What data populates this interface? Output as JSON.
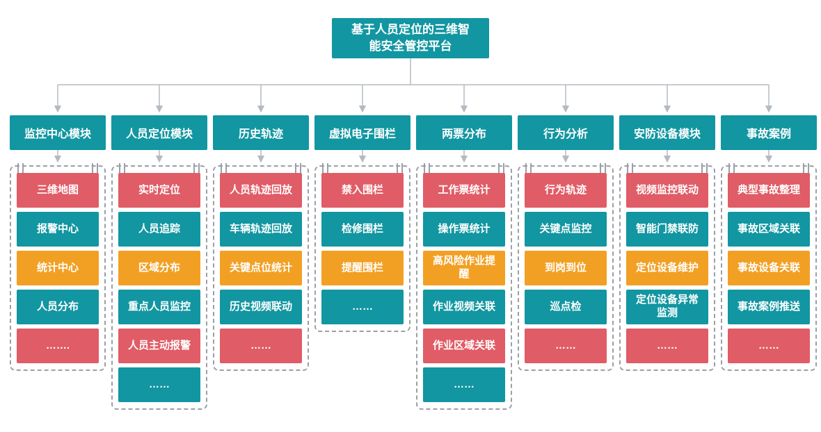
{
  "title": "基于人员定位的三维智能安全管控平台",
  "colors": {
    "teal": "#1296A1",
    "red": "#E05C66",
    "orange": "#F2A024",
    "line": "#B4BAC1",
    "dash": "#9AA0A6"
  },
  "columns": [
    {
      "header": "监控中心模块",
      "items": [
        {
          "label": "三维地图",
          "color": "red"
        },
        {
          "label": "报警中心",
          "color": "teal"
        },
        {
          "label": "统计中心",
          "color": "orange"
        },
        {
          "label": "人员分布",
          "color": "teal"
        },
        {
          "label": "…….",
          "color": "red"
        }
      ]
    },
    {
      "header": "人员定位模块",
      "items": [
        {
          "label": "实时定位",
          "color": "red"
        },
        {
          "label": "人员追踪",
          "color": "teal"
        },
        {
          "label": "区域分布",
          "color": "orange"
        },
        {
          "label": "重点人员监控",
          "color": "teal"
        },
        {
          "label": "人员主动报警",
          "color": "red"
        },
        {
          "label": "……",
          "color": "teal"
        }
      ]
    },
    {
      "header": "历史轨迹",
      "items": [
        {
          "label": "人员轨迹回放",
          "color": "red"
        },
        {
          "label": "车辆轨迹回放",
          "color": "teal"
        },
        {
          "label": "关键点位统计",
          "color": "orange"
        },
        {
          "label": "历史视频联动",
          "color": "teal"
        },
        {
          "label": "……",
          "color": "red"
        }
      ]
    },
    {
      "header": "虚拟电子围栏",
      "items": [
        {
          "label": "禁入围栏",
          "color": "red"
        },
        {
          "label": "检修围栏",
          "color": "teal"
        },
        {
          "label": "提醒围栏",
          "color": "orange"
        },
        {
          "label": "……",
          "color": "teal"
        }
      ]
    },
    {
      "header": "两票分布",
      "items": [
        {
          "label": "工作票统计",
          "color": "red"
        },
        {
          "label": "操作票统计",
          "color": "teal"
        },
        {
          "label": "高风险作业提醒",
          "color": "orange"
        },
        {
          "label": "作业视频关联",
          "color": "teal"
        },
        {
          "label": "作业区域关联",
          "color": "red"
        },
        {
          "label": "……",
          "color": "teal"
        }
      ]
    },
    {
      "header": "行为分析",
      "items": [
        {
          "label": "行为轨迹",
          "color": "red"
        },
        {
          "label": "关键点监控",
          "color": "teal"
        },
        {
          "label": "到岗到位",
          "color": "orange"
        },
        {
          "label": "巡点检",
          "color": "teal"
        },
        {
          "label": "……",
          "color": "red"
        }
      ]
    },
    {
      "header": "安防设备模块",
      "items": [
        {
          "label": "视频监控联动",
          "color": "red"
        },
        {
          "label": "智能门禁联防",
          "color": "teal"
        },
        {
          "label": "定位设备维护",
          "color": "orange"
        },
        {
          "label": "定位设备异常监测",
          "color": "teal"
        },
        {
          "label": "……",
          "color": "red"
        }
      ]
    },
    {
      "header": "事故案例",
      "items": [
        {
          "label": "典型事故整理",
          "color": "red"
        },
        {
          "label": "事故区域关联",
          "color": "teal"
        },
        {
          "label": "事故设备关联",
          "color": "orange"
        },
        {
          "label": "事故案例推送",
          "color": "teal"
        },
        {
          "label": "……",
          "color": "red"
        }
      ]
    }
  ]
}
